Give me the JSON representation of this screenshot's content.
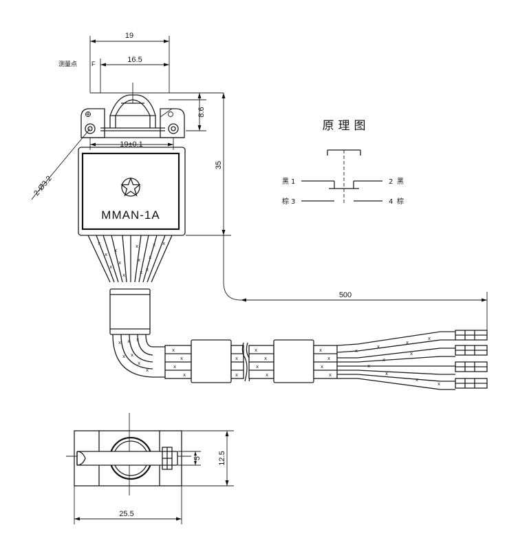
{
  "dimensions": {
    "top_width": "19",
    "inner_width": "16.5",
    "hole_spacing": "19±0.1",
    "plunger_height": "8.6",
    "body_height": "35",
    "hole_diameter": "2-Ø3.2",
    "cable_length": "500",
    "base_width": "25.5",
    "base_height": "12.5",
    "slot_height": "5"
  },
  "labels": {
    "measure_point": "测量点",
    "force_marker": "F",
    "model": "MMAN-1A",
    "schematic_title": "原理图"
  },
  "schematic": {
    "terminals": [
      {
        "color": "黑",
        "number": "1"
      },
      {
        "color": "黑",
        "number": "2"
      },
      {
        "color": "棕",
        "number": "3"
      },
      {
        "color": "棕",
        "number": "4"
      }
    ]
  }
}
